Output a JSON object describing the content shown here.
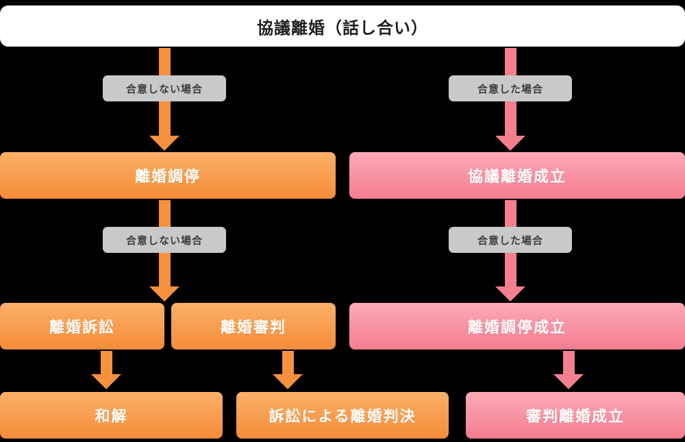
{
  "title": "協議離婚（話し合い）",
  "left_branch": {
    "condition1": "合意しない場合",
    "step1": "離婚調停",
    "condition2": "合意しない場合",
    "step2a": "離婚訴訟",
    "step2b": "離婚審判",
    "outcome_a": "和解",
    "outcome_b": "訴訟による離婚判決"
  },
  "right_branch": {
    "condition1": "合意した場合",
    "step1": "協議離婚成立",
    "condition2": "合意した場合",
    "step2": "離婚調停成立",
    "outcome": "審判離婚成立"
  },
  "colors": {
    "orange_arrow": "#f6913d",
    "orange_box_top": "#fbb068",
    "orange_box_bottom": "#f68c3a",
    "pink_arrow": "#f4808f",
    "pink_box_top": "#fcaab6",
    "pink_box_bottom": "#f47d90",
    "condition_label_bg": "#c9c9c9",
    "background": "#000000",
    "title_bg": "#ffffff"
  }
}
